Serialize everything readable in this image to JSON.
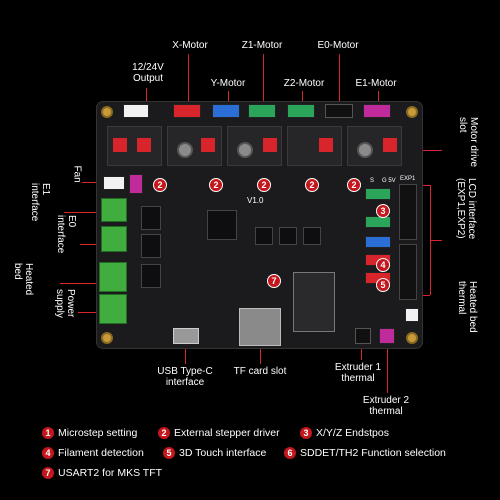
{
  "labels": {
    "output": "12/24V\nOutput",
    "x_motor": "X-Motor",
    "y_motor": "Y-Motor",
    "z1_motor": "Z1-Motor",
    "z2_motor": "Z2-Motor",
    "e0_motor": "E0-Motor",
    "e1_motor": "E1-Motor",
    "motor_drive_slot": "Motor drive\nslot",
    "fan": "Fan",
    "e1_interface": "E1\ninterface",
    "e0_interface": "E0\ninterface",
    "heated_bed": "Heated\nbed",
    "power_supply": "Power\nsupply",
    "lcd_interface": "LCD interface\n(EXP1,EXP2)",
    "heated_bed_thermal": "Heated bed\nthermal",
    "usb_typec": "USB Type-C\ninterface",
    "tf_card": "TF card slot",
    "extruder1_thermal": "Extruder 1\nthermal",
    "extruder2_thermal": "Extruder 2\nthermal"
  },
  "board_text": {
    "version": "V1.0",
    "exp1": "EXP1",
    "s_label": "S",
    "g5v_label": "G 5V"
  },
  "legend": [
    {
      "num": "1",
      "text": "Microstep setting"
    },
    {
      "num": "2",
      "text": "External stepper driver"
    },
    {
      "num": "3",
      "text": "X/Y/Z Endstpos"
    },
    {
      "num": "4",
      "text": "Filament detection"
    },
    {
      "num": "5",
      "text": "3D Touch interface"
    },
    {
      "num": "6",
      "text": "SDDET/TH2 Function selection"
    },
    {
      "num": "7",
      "text": "USART2 for MKS TFT"
    }
  ],
  "colors": {
    "accent": "#d8242b",
    "board": "#1b1b1d",
    "white_conn": "#f2f2f2",
    "red_conn": "#d8242b",
    "blue_conn": "#2b6fd6",
    "green_conn": "#2aa55a",
    "black_conn": "#111111",
    "magenta_conn": "#c02a9a"
  }
}
